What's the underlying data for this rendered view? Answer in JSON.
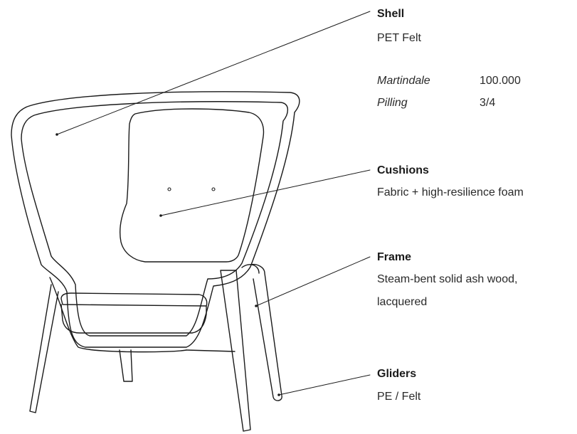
{
  "callouts": [
    {
      "id": "shell",
      "title": "Shell",
      "desc": [
        "PET Felt"
      ]
    },
    {
      "id": "cushions",
      "title": "Cushions",
      "desc": [
        "Fabric + high-resilience foam"
      ]
    },
    {
      "id": "frame",
      "title": "Frame",
      "desc": [
        "Steam-bent solid ash wood,",
        "lacquered"
      ]
    },
    {
      "id": "gliders",
      "title": "Gliders",
      "desc": [
        "PE / Felt"
      ]
    }
  ],
  "shell_specs": [
    {
      "name": "Martindale",
      "value": "100.000"
    },
    {
      "name": "Pilling",
      "value": "3/4"
    }
  ],
  "colors": {
    "ink": "#1a1a1a",
    "background": "#ffffff"
  }
}
